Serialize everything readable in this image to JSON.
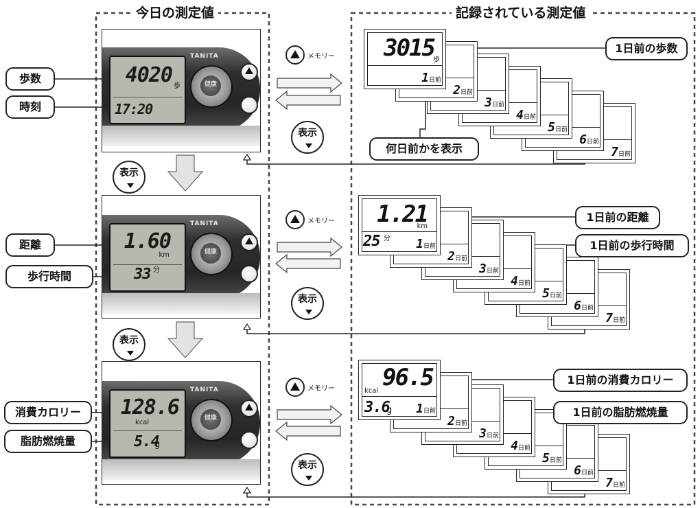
{
  "titles": {
    "today": "今日の測定値",
    "records": "記録されている測定値"
  },
  "device": {
    "brand": "TANITA",
    "dial_text": "健康"
  },
  "labels": {
    "steps": "歩数",
    "time": "時刻",
    "distance": "距離",
    "walk_time": "歩行時間",
    "calories": "消費カロリー",
    "fat_burn": "脂肪燃焼量"
  },
  "displays": {
    "steps_value": "4020",
    "steps_unit": "歩",
    "clock_value": "17:20",
    "distance_value": "1.60",
    "distance_unit": "km",
    "walk_value": "33",
    "walk_unit": "分",
    "calories_value": "128.6",
    "calories_unit": "kcal",
    "fat_value": "5.4",
    "fat_unit": "g"
  },
  "controls": {
    "memory_label": "メモリー",
    "show_label": "表示"
  },
  "records": {
    "day_suffix": "日前",
    "days": [
      "1",
      "2",
      "3",
      "4",
      "5",
      "6",
      "7"
    ],
    "steps_value": "3015",
    "steps_unit": "歩",
    "distance_value": "1.21",
    "distance_unit": "km",
    "walk_value": "25",
    "walk_unit": "分",
    "calories_value": "96.5",
    "calories_unit": "kcal",
    "fat_value": "3.6",
    "fat_unit": "g",
    "callout_steps": "1日前の歩数",
    "callout_days": "何日前かを表示",
    "callout_distance": "1日前の距離",
    "callout_walk": "1日前の歩行時間",
    "callout_calories": "1日前の消費カロリー",
    "callout_fat": "1日前の脂肪燃焼量"
  }
}
